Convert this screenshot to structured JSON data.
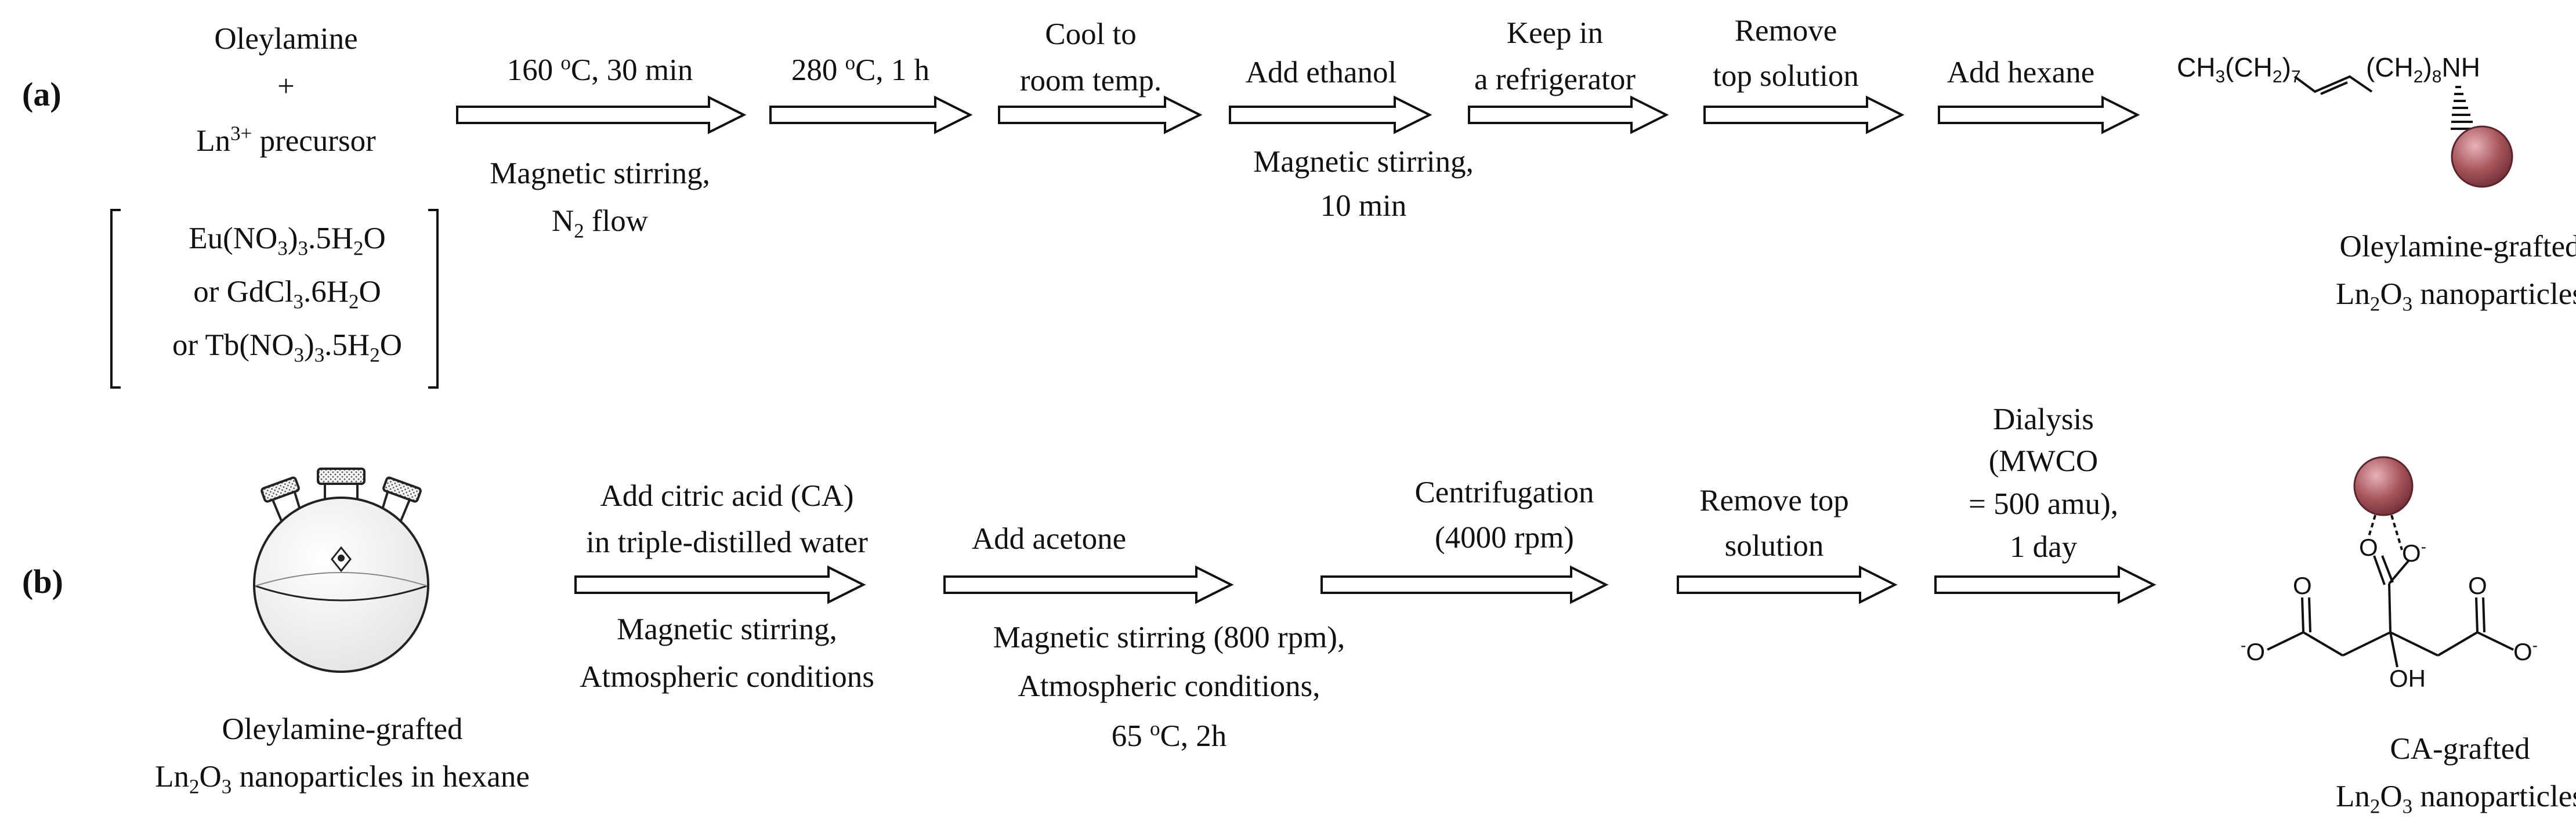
{
  "panel_a": {
    "label": "(a)",
    "reactant": {
      "line1": "Oleylamine",
      "plus": "+",
      "line2_pre": "Ln",
      "line2_sup": "3+",
      "line2_post": " precursor"
    },
    "precursors": [
      {
        "pre": "Eu(NO",
        "s1": "3",
        "mid": ")",
        "s2": "3",
        "mid2": ".5H",
        "s3": "2",
        "post": "O"
      },
      {
        "pre": "or GdCl",
        "s1": "3",
        "mid": ".6H",
        "s2": "2",
        "post": "O"
      },
      {
        "pre": "or Tb(NO",
        "s1": "3",
        "mid": ")",
        "s2": "3",
        "mid2": ".5H",
        "s3": "2",
        "post": "O"
      }
    ],
    "steps": [
      {
        "above": "160 ",
        "above_sup": "o",
        "above_post": "C, 30 min",
        "below1": "Magnetic stirring,",
        "below2_pre": "N",
        "below2_sub": "2",
        "below2_post": " flow"
      },
      {
        "above": "280 ",
        "above_sup": "o",
        "above_post": "C, 1 h"
      },
      {
        "above1": "Cool to",
        "above2": "room temp."
      },
      {
        "above": "Add ethanol",
        "below1": "Magnetic stirring,",
        "below2": "10 min"
      },
      {
        "above1": "Keep in",
        "above2": "a refrigerator"
      },
      {
        "above1": "Remove",
        "above2": "top solution"
      },
      {
        "above": "Add hexane"
      }
    ],
    "product": {
      "formula_left": "CH3(CH2)7",
      "formula_right": "(CH2)8NH",
      "caption1": "Oleylamine-grafted",
      "caption2_pre": "Ln",
      "caption2_s1": "2",
      "caption2_mid": "O",
      "caption2_s2": "3",
      "caption2_post": " nanoparticles"
    }
  },
  "panel_b": {
    "label": "(b)",
    "start_caption1": "Oleylamine-grafted",
    "start_caption2_pre": "Ln",
    "start_caption2_s1": "2",
    "start_caption2_mid": "O",
    "start_caption2_s2": "3",
    "start_caption2_post": " nanoparticles in hexane",
    "steps": [
      {
        "above1": "Add citric acid (CA)",
        "above2": "in triple-distilled water",
        "below1": "Magnetic stirring,",
        "below2": "Atmospheric conditions"
      },
      {
        "above": "Add acetone",
        "below1": "Magnetic stirring (800 rpm),",
        "below2": "Atmospheric conditions,",
        "below3_pre": "65 ",
        "below3_sup": "o",
        "below3_post": "C, 2h"
      },
      {
        "above1": "Centrifugation",
        "above2": "(4000 rpm)"
      },
      {
        "above1": "Remove top",
        "above2": "solution"
      },
      {
        "above1": "Dialysis",
        "above2": "(MWCO",
        "above3": "= 500 amu),",
        "above4": "1 day"
      }
    ],
    "product": {
      "o_minus": "O-",
      "oh": "OH",
      "caption1": "CA-grafted",
      "caption2_pre": "Ln",
      "caption2_s1": "2",
      "caption2_mid": "O",
      "caption2_s2": "3",
      "caption2_post": " nanoparticles"
    }
  },
  "colors": {
    "nanoparticle": "#a8555c",
    "nanoparticle_highlight": "#e6b3b7",
    "stroke": "#111111"
  }
}
